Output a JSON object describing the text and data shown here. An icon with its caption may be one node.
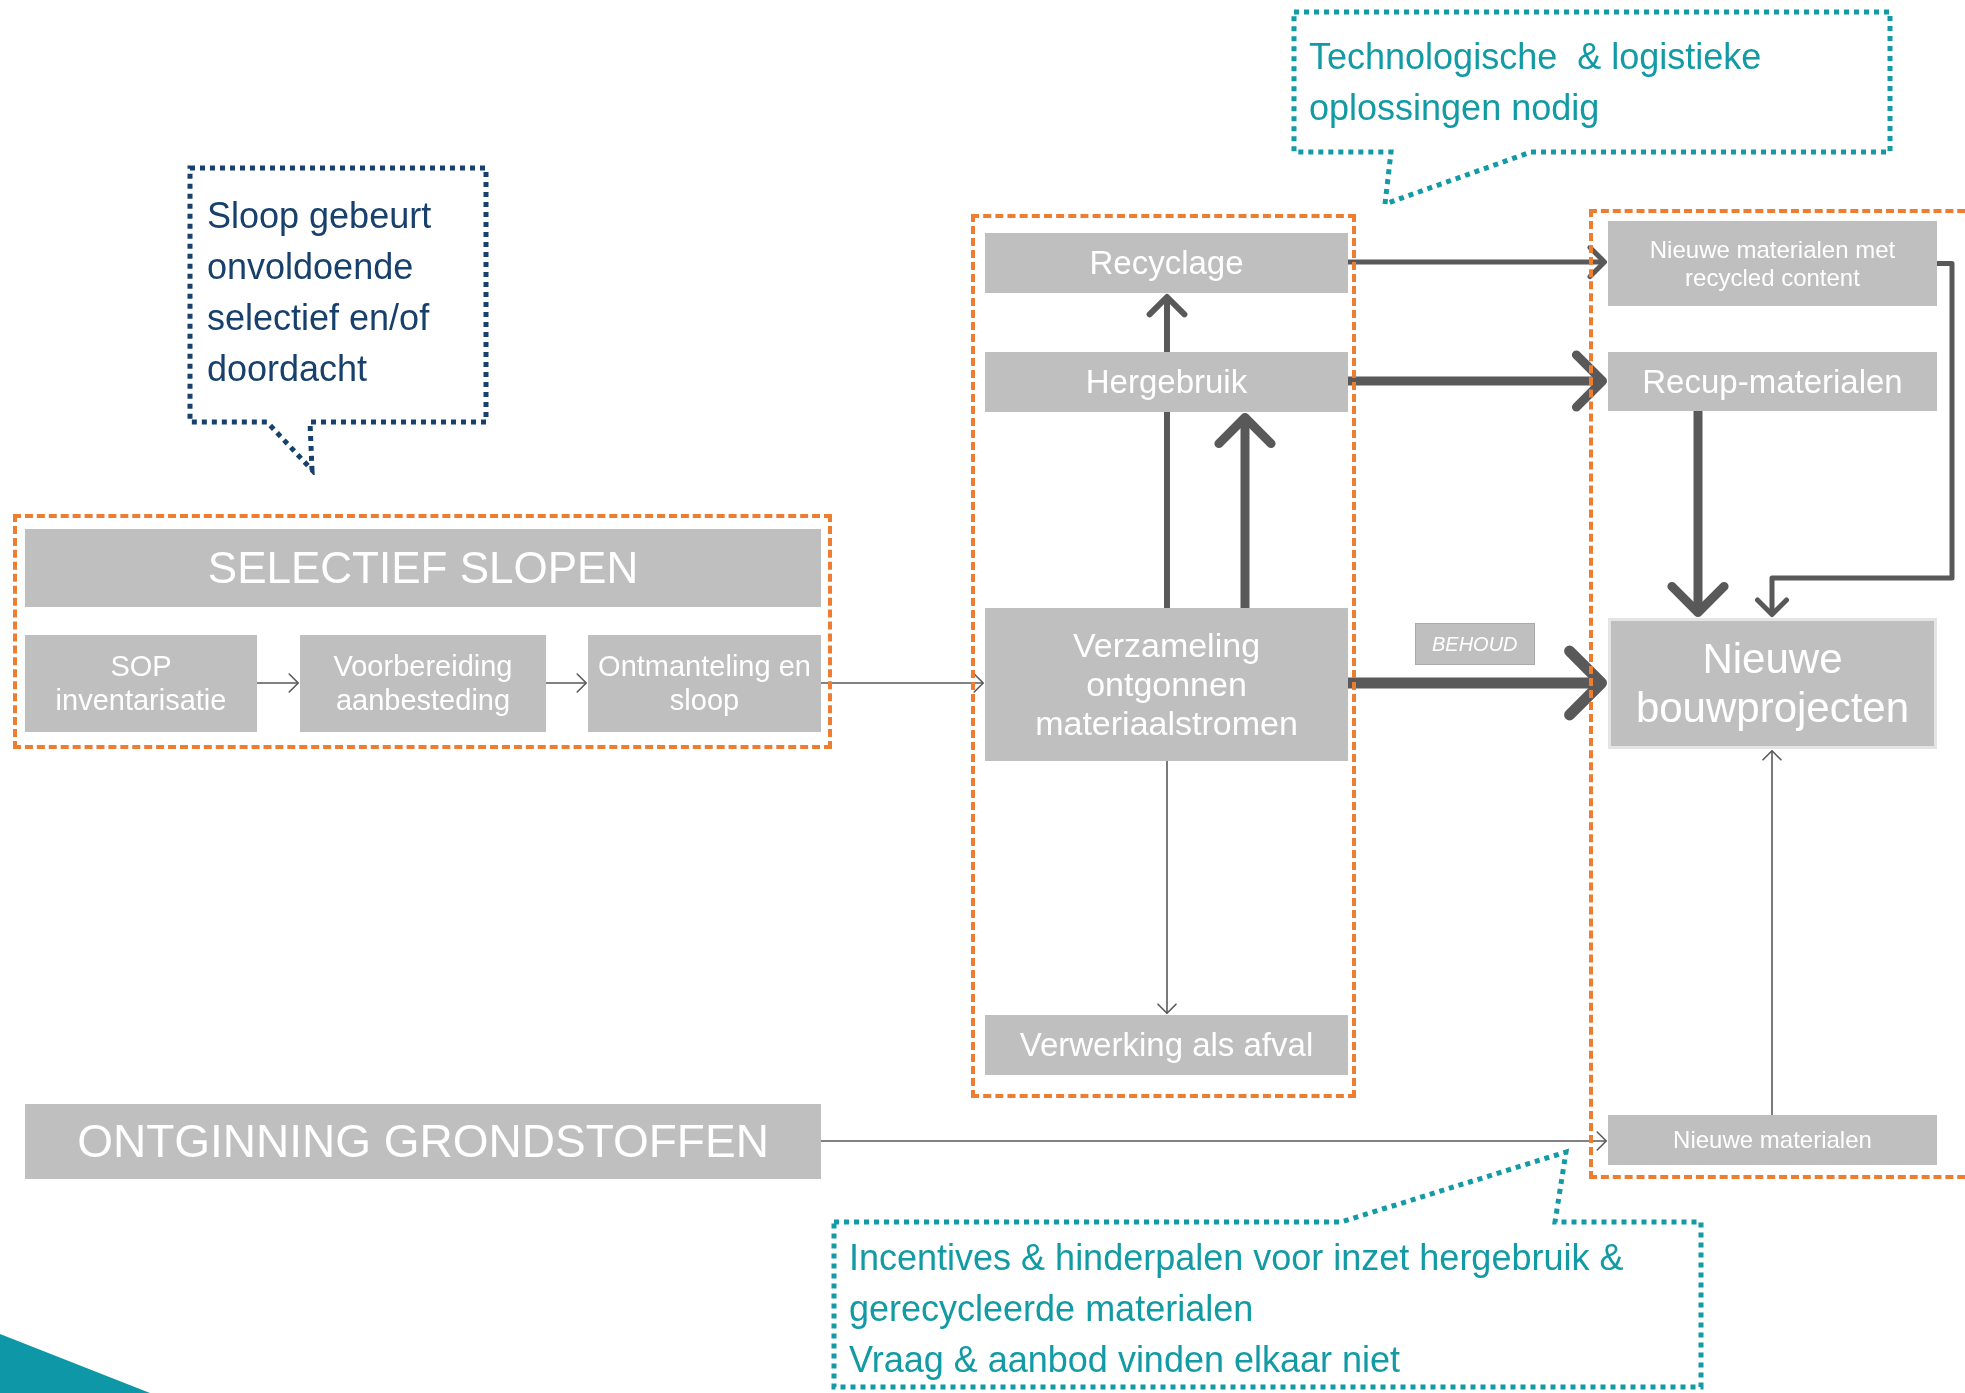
{
  "diagram": {
    "nodes": [
      {
        "text": [],
        "shape": "box"
      },
      {
        "text": [
          "SELECTIEF SLOPEN"
        ],
        "in": 0
      },
      {
        "text": [
          "SOP inventarisatie"
        ],
        "in": 0
      },
      {
        "text": [
          "Voorbereiding aanbesteding"
        ],
        "in": 0
      },
      {
        "text": [
          "Ontmanteling en sloop"
        ],
        "in": 0
      },
      {
        "text": [],
        "shape": "box"
      },
      {
        "text": [
          "Recyclage"
        ],
        "in": 5
      },
      {
        "text": [
          "Hergebruik"
        ],
        "in": 5
      },
      {
        "text": [
          "Verzameling ontgonnen materiaalstromen"
        ],
        "in": 5
      },
      {
        "text": [
          "Verwerking als afval"
        ],
        "in": 5
      },
      {
        "text": [],
        "shape": "box"
      },
      {
        "text": [
          "Nieuwe materialen met recycled content"
        ],
        "in": 10
      },
      {
        "text": [
          "Recup-materialen"
        ],
        "in": 10
      },
      {
        "text": [
          "Nieuwe bouwprojecten"
        ],
        "in": 10
      },
      {
        "text": [
          "Nieuwe materialen"
        ],
        "in": 10
      },
      {
        "text": [
          "ONTGINNING GRONDSTOFFEN"
        ]
      },
      {
        "text": [
          "Sloop gebeurt onvoldoende selectief en/of doordacht"
        ]
      },
      {
        "text": [
          "Technologische  & logistieke oplossingen nodig"
        ]
      },
      {
        "text": [
          "Incentives & hinderpalen voor inzet hergebruik & gerecycleerde materialen",
          "Vraag & aanbod vinden elkaar niet"
        ]
      }
    ],
    "edges": [
      {
        "from": 2,
        "to": 3,
        "arrow": "to"
      },
      {
        "from": 3,
        "to": 4,
        "arrow": "to"
      },
      {
        "from": 4,
        "to": 8,
        "arrow": "to"
      },
      {
        "from": 8,
        "to": 7,
        "arrow": "none"
      },
      {
        "from": 7,
        "to": 6,
        "arrow": "to"
      },
      {
        "from": 8,
        "to": 7,
        "arrow": "to",
        "style": "thick"
      },
      {
        "from": 8,
        "to": 9,
        "arrow": "to"
      },
      {
        "from": 6,
        "to": 11,
        "arrow": "to"
      },
      {
        "from": 7,
        "to": 12,
        "arrow": "to",
        "style": "thick"
      },
      {
        "from": 8,
        "to": 13,
        "arrow": "to",
        "style": "thick",
        "label": "BEHOUD"
      },
      {
        "from": 12,
        "to": 13,
        "arrow": "to",
        "style": "thick"
      },
      {
        "from": 11,
        "to": 13,
        "arrow": "to"
      },
      {
        "from": 14,
        "to": 13,
        "arrow": "to"
      },
      {
        "from": 15,
        "to": 14,
        "arrow": "to"
      }
    ]
  }
}
